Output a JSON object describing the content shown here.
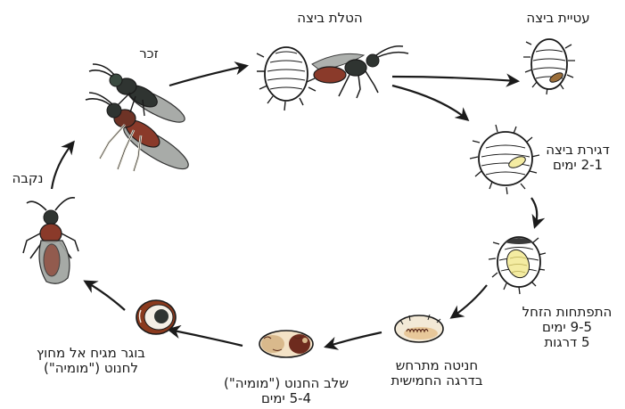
{
  "diagram": {
    "type": "life-cycle",
    "colors": {
      "outline": "#1a1a1a",
      "mummy_body": "#f3e9d6",
      "wasp_dark": "#2f3431",
      "wasp_red": "#8a3a2a",
      "wing": "#9fa39f",
      "larva": "#f4eca2",
      "arrow": "#1a1a1a"
    },
    "stages": [
      {
        "id": "oviposition",
        "lines": [
          "הטלת ביצה"
        ]
      },
      {
        "id": "stung-scale",
        "lines": [
          "עטיית ביצה"
        ]
      },
      {
        "id": "egg-incubation",
        "lines": [
          "דגירת ביצה",
          "2-1 ימים"
        ]
      },
      {
        "id": "larva-development",
        "lines": [
          "התפתחות הזחל",
          "9-5 ימים",
          "5 דרגות"
        ]
      },
      {
        "id": "pupation",
        "lines": [
          "חניטה מתרחש",
          "בדרגה החמישית"
        ]
      },
      {
        "id": "pupa-stage",
        "lines": [
          "שלב החנוט (\"מומיה\")",
          "5-4 ימים"
        ]
      },
      {
        "id": "adult-emerges",
        "lines": [
          "בוגר מגיח אל מחוץ",
          "לחנוט  (\"מומיה\")"
        ]
      },
      {
        "id": "female",
        "lines": [
          "נקבה"
        ]
      },
      {
        "id": "male",
        "lines": [
          "זכר"
        ]
      }
    ]
  }
}
